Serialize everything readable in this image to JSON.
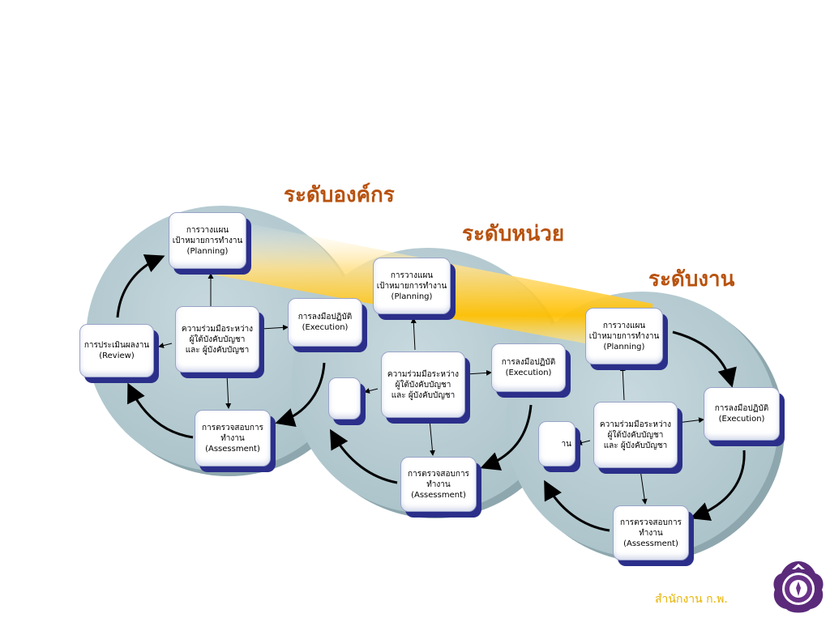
{
  "levels": [
    {
      "title": "ระดับองค์กร",
      "planning": [
        "การวางแผน",
        "เป้าหมายการทำงาน",
        "(Planning)"
      ],
      "execution": [
        "การลงมือปฏิบัติ",
        "(Execution)"
      ],
      "review": [
        "การประเมินผลงาน",
        "(Review)"
      ],
      "assessment": [
        "การตรวจสอบการ",
        "ทำงาน",
        "(Assessment)"
      ],
      "center": [
        "ความร่วมมือระหว่าง",
        "ผู้ใต้บังคับบัญชา",
        "และ ผู้บังคับบัญชา"
      ]
    },
    {
      "title": "ระดับหน่วย",
      "planning": [
        "การวางแผน",
        "เป้าหมายการทำงาน",
        "(Planning)"
      ],
      "execution": [
        "การลงมือปฏิบัติ",
        "(Execution)"
      ],
      "assessment": [
        "การตรวจสอบการ",
        "ทำงาน",
        "(Assessment)"
      ],
      "center": [
        "ความร่วมมือระหว่าง",
        "ผู้ใต้บังคับบัญชา",
        "และ ผู้บังคับบัญชา"
      ]
    },
    {
      "title": "ระดับงาน",
      "planning": [
        "การวางแผน",
        "เป้าหมายการทำงาน",
        "(Planning)"
      ],
      "execution": [
        "การลงมือปฏิบัติ",
        "(Execution)"
      ],
      "review_partial": "าน",
      "assessment": [
        "การตรวจสอบการ",
        "ทำงาน",
        "(Assessment)"
      ],
      "center": [
        "ความร่วมมือระหว่าง",
        "ผู้ใต้บังคับบัญชา",
        "และ ผู้บังคับบัญชา"
      ]
    }
  ],
  "footer": {
    "organization": "สำนักงาน ก.พ."
  },
  "colors": {
    "disk": "#b7ccd2",
    "disk_edge": "#8ea7ae",
    "title": "#b8520e",
    "box_shadow": "#2b2f8a",
    "band": "#ffc000",
    "footer": "#e8b400"
  },
  "icons": {
    "seal": "ocsc-seal-icon"
  }
}
